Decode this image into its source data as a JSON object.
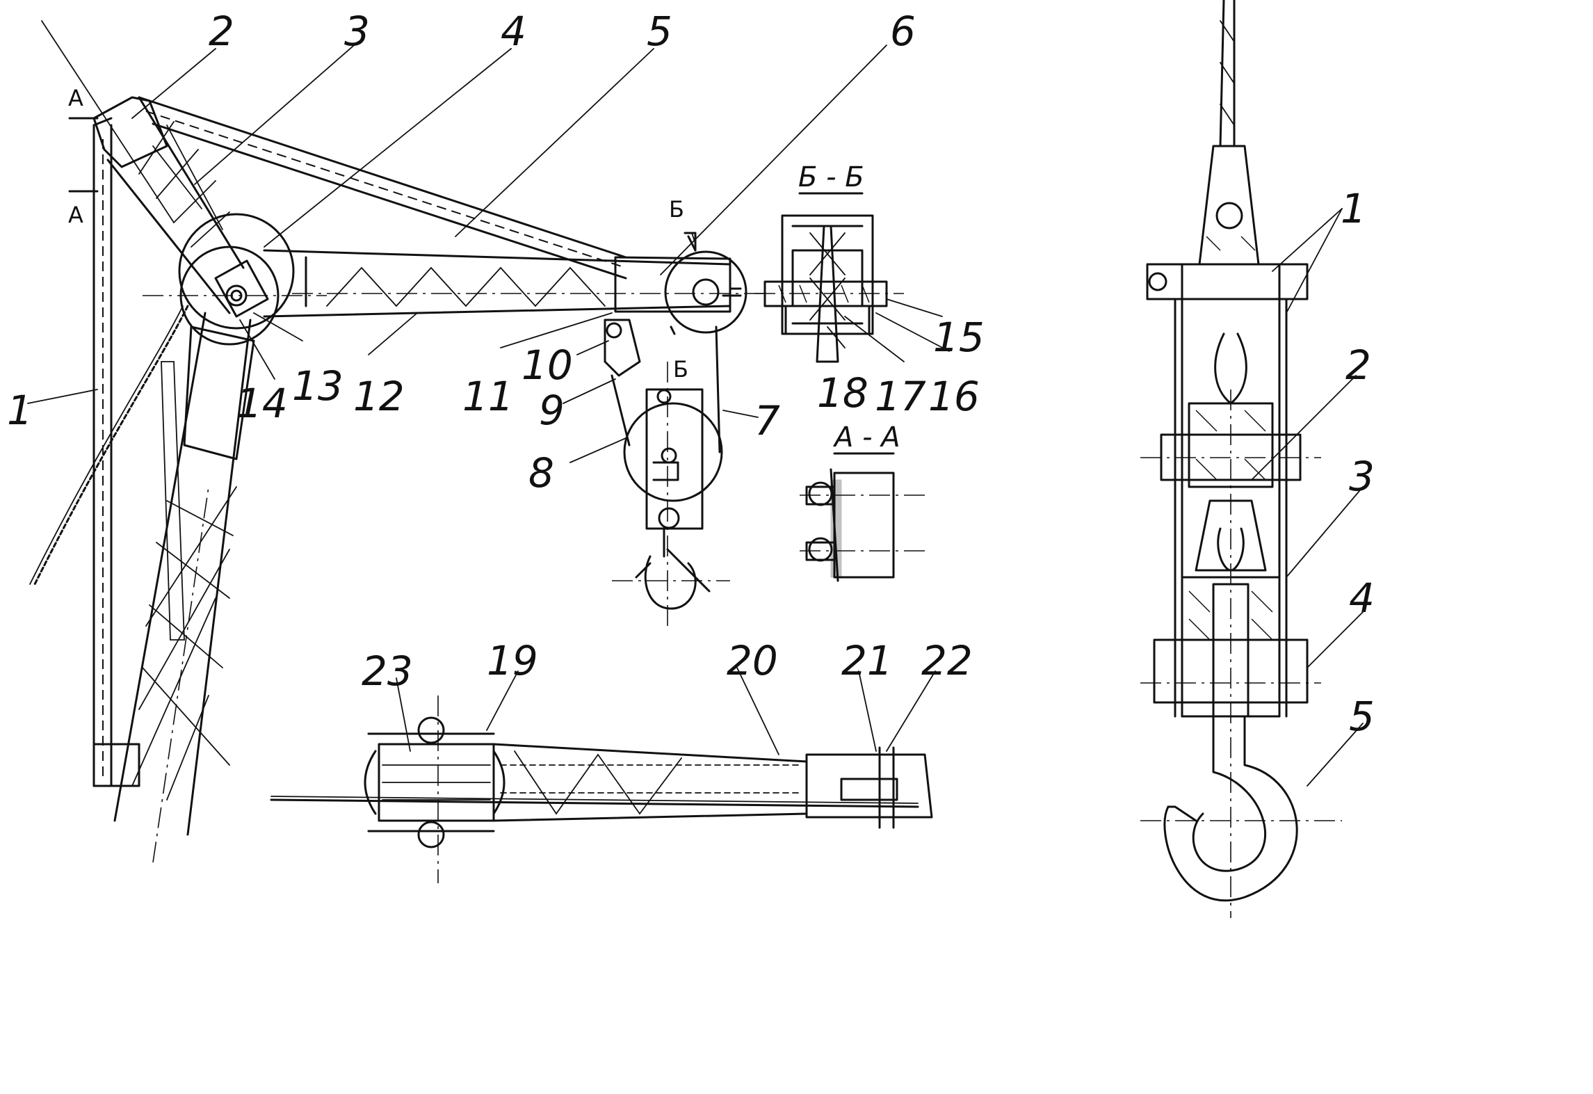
{
  "labels": {
    "crane": [
      "1",
      "2",
      "3",
      "4",
      "5",
      "6",
      "7",
      "8",
      "9",
      "10",
      "11",
      "12",
      "13",
      "14",
      "15",
      "16",
      "17",
      "18",
      "19",
      "20",
      "21",
      "22",
      "23"
    ],
    "hook": [
      "1",
      "2",
      "3",
      "4",
      "5"
    ]
  },
  "sections": {
    "bb_title": "Б - Б",
    "aa_title": "А - А",
    "mark_a": "А",
    "mark_b": "Б"
  }
}
